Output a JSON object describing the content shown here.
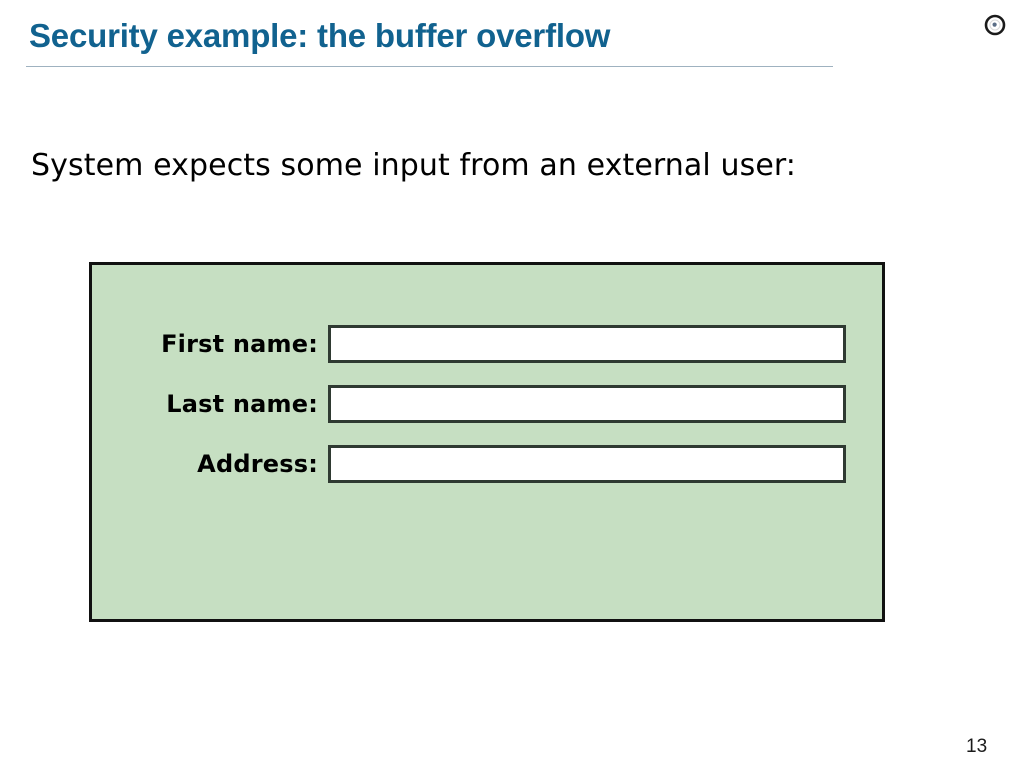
{
  "slide": {
    "title": "Security example: the buffer overflow",
    "page_number": "13",
    "logo_icon": "disc-logo-icon",
    "title_color": "#11628F",
    "rule_color": "#9FB2C0",
    "body_text": "System expects some input from an external user:"
  },
  "form": {
    "panel_bg_color": "#C6DFC2",
    "panel_border_color": "#111111",
    "input_border_color": "#2F3A32",
    "input_bg_color": "#FFFFFF",
    "fields": [
      {
        "label": "First name:",
        "value": "",
        "placeholder": ""
      },
      {
        "label": "Last name:",
        "value": "",
        "placeholder": ""
      },
      {
        "label": "Address:",
        "value": "",
        "placeholder": ""
      }
    ]
  }
}
